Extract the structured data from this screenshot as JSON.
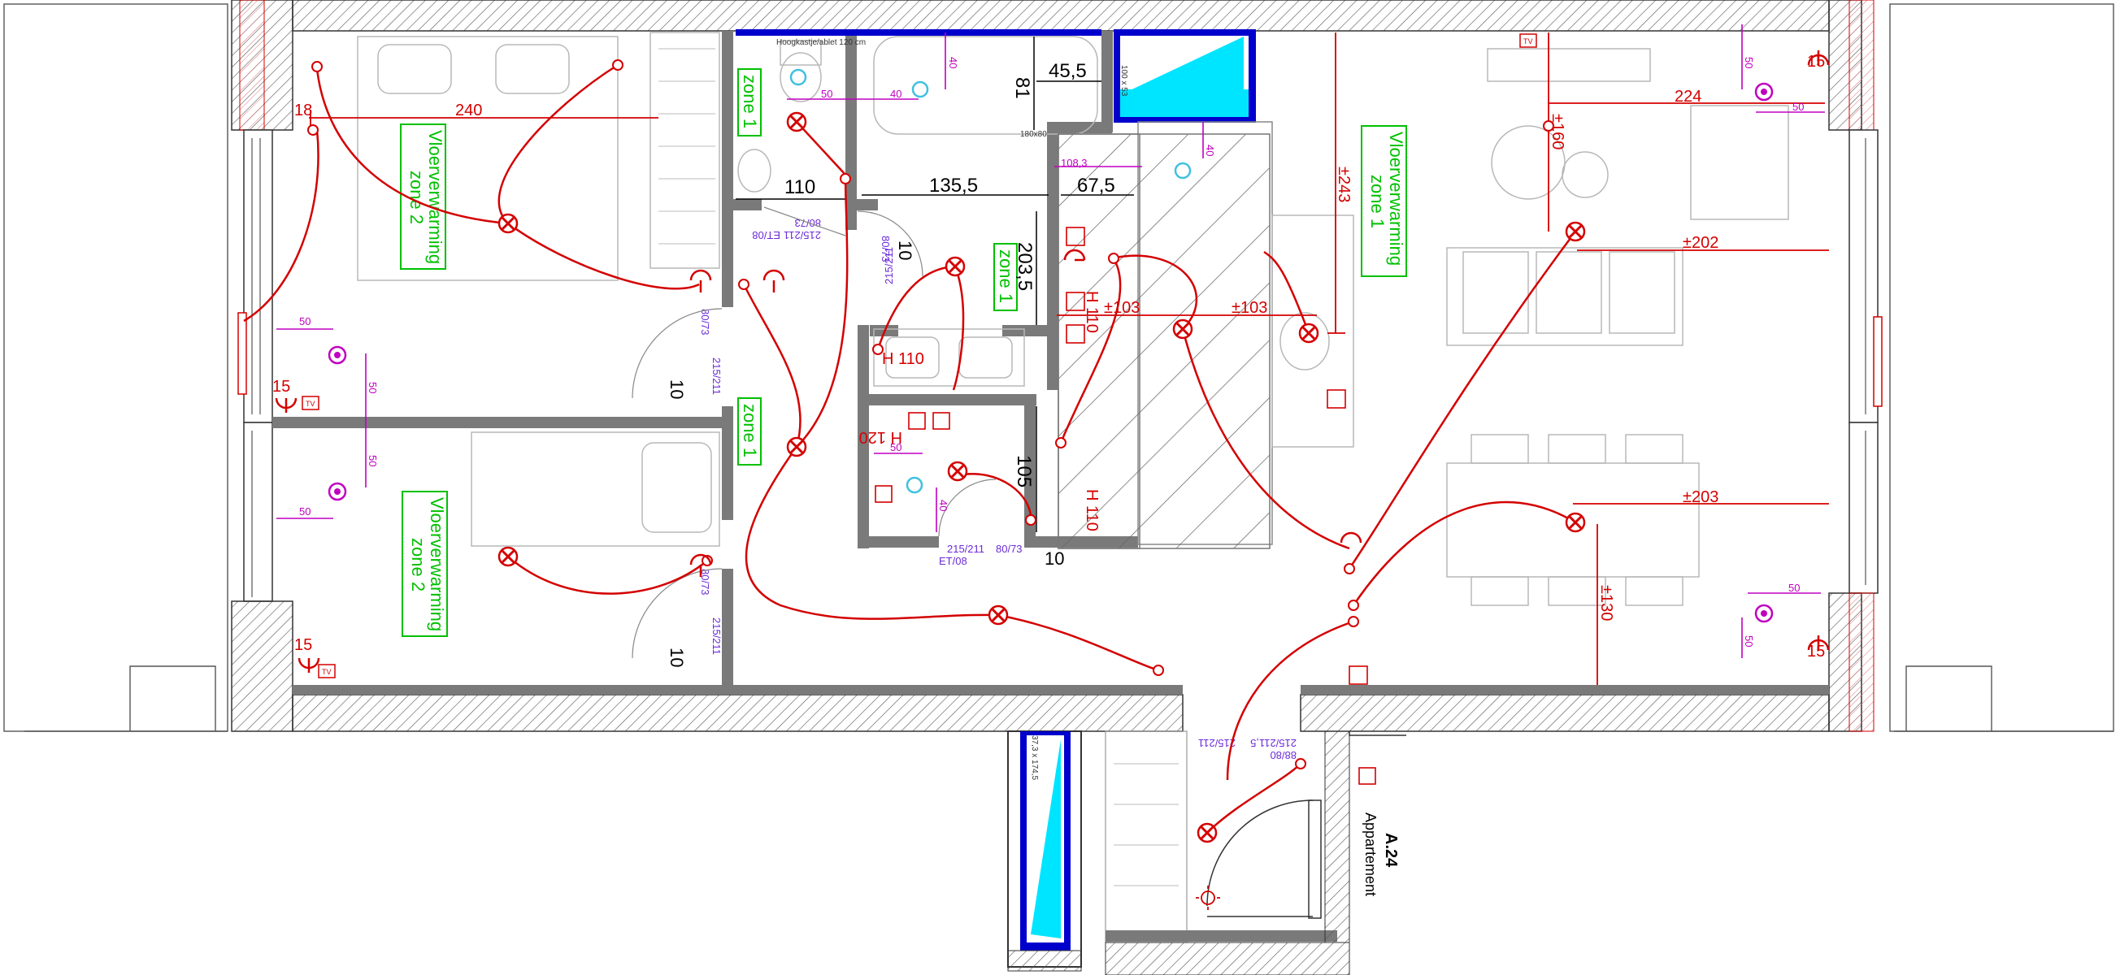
{
  "unit": {
    "name": "A.24",
    "type": "Appartement"
  },
  "zones": {
    "floor_heating": "Vloerverwarming",
    "zone_1": "zone 1",
    "zone_2": "zone 2"
  },
  "dimensions": {
    "d240": "240",
    "d18": "18",
    "d110": "110",
    "d135_5": "135,5",
    "d67_5": "67,5",
    "d45_5": "45,5",
    "d81": "81",
    "d203_5": "203,5",
    "d10": "10",
    "d105": "105",
    "d243": "±243",
    "d224": "224",
    "d160": "±160",
    "d202": "±202",
    "d103": "±103",
    "d203": "±203",
    "d130": "±130",
    "d15": "15",
    "d50": "50",
    "d40": "40",
    "h110": "H 110",
    "h120": "H 120"
  },
  "labels": {
    "tv": "TV",
    "door_80_73": "80/73",
    "door_215_211": "215/211",
    "door_et08": "ET/08",
    "vanity": "Hoogkastje/ablet 120 cm",
    "shower": "180x80",
    "window_100x53": "100 x 53",
    "window_37x174": "37,3 x 174,5",
    "d108_3": "108,3",
    "d88_80": "88/80",
    "door_215_211_5": "215/211,5"
  },
  "colors": {
    "electrical": "#d40000",
    "dimension_magenta": "#c000c0",
    "door_purple": "#6a2bd8",
    "zone_green": "#00c000",
    "wall_grey": "#7a7a7a",
    "window_blue": "#0000cc",
    "glass_cyan": "#00e5ff"
  }
}
